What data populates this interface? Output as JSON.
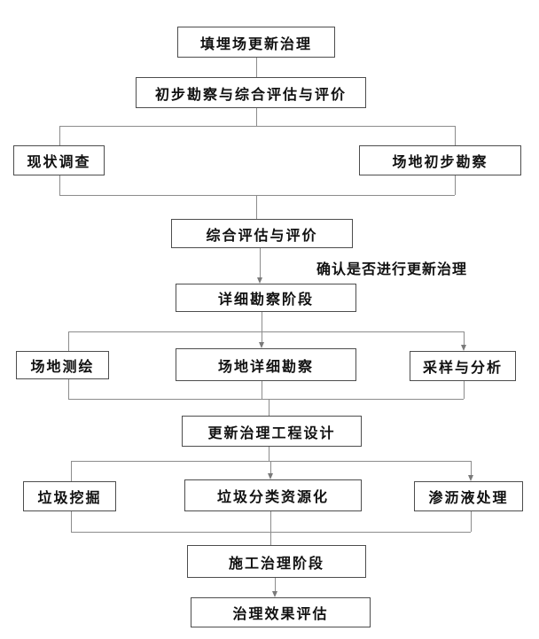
{
  "diagram": {
    "title_node": "填埋场更新治理",
    "nodes": {
      "landfill_renewal": {
        "label": "填埋场更新治理"
      },
      "preliminary_survey_eval": {
        "label": "初步勘察与综合评估与评价"
      },
      "status_survey": {
        "label": "现状调查"
      },
      "site_preliminary_survey": {
        "label": "场地初步勘察"
      },
      "comprehensive_eval": {
        "label": "综合评估与评价"
      },
      "detailed_survey_stage": {
        "label": "详细勘察阶段"
      },
      "site_mapping": {
        "label": "场地测绘"
      },
      "site_detailed_survey": {
        "label": "场地详细勘察"
      },
      "sampling_analysis": {
        "label": "采样与分析"
      },
      "renewal_engineering_design": {
        "label": "更新治理工程设计"
      },
      "waste_excavation": {
        "label": "垃圾挖掘"
      },
      "waste_sorting_recycling": {
        "label": "垃圾分类资源化"
      },
      "leachate_treatment": {
        "label": "渗沥液处理"
      },
      "construction_stage": {
        "label": "施工治理阶段"
      },
      "effect_evaluation": {
        "label": "治理效果评估"
      }
    },
    "annotations": {
      "confirm_note": "确认是否进行更新治理"
    },
    "colors": {
      "background": "#ffffff",
      "box_border": "#4d4d4d",
      "connector": "#8c8c8c",
      "text": "#111111"
    }
  }
}
